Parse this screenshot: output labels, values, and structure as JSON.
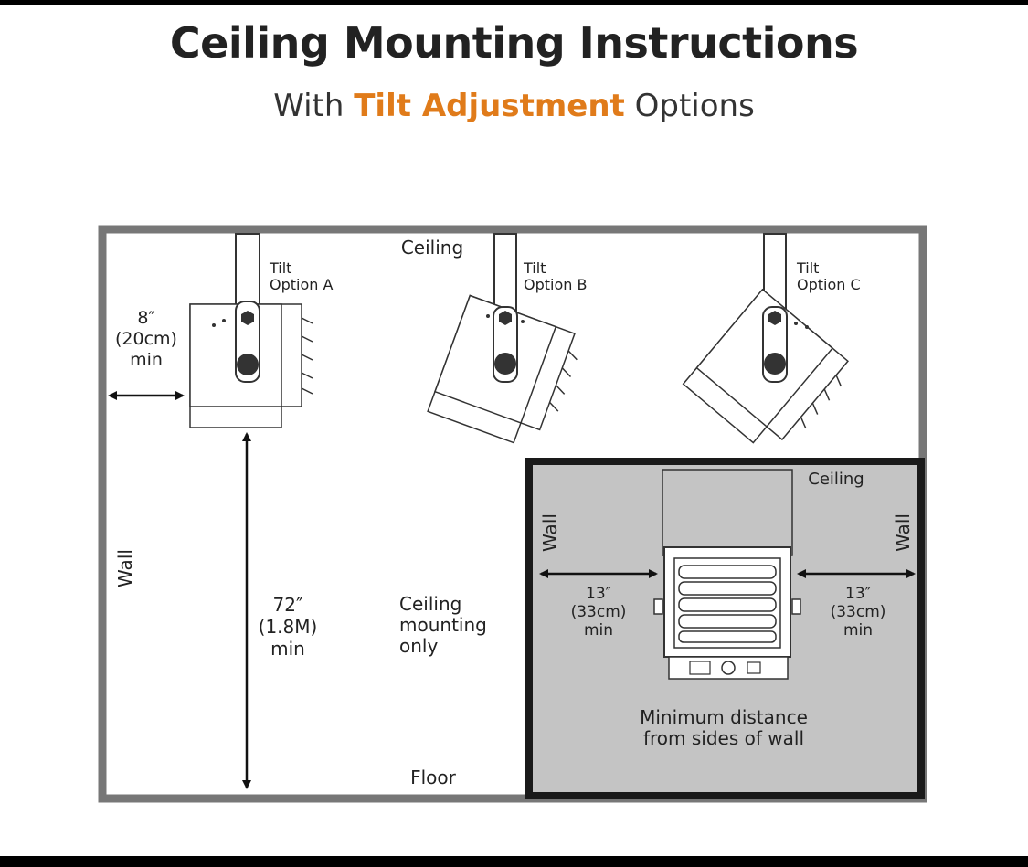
{
  "title": "Ceiling Mounting Instructions",
  "subtitle": {
    "prefix": "With",
    "highlight": "Tilt Adjustment",
    "suffix": "Options"
  },
  "colors": {
    "accent": "#e07b1a",
    "frame": "#777777",
    "panel_fill": "#c4c4c4",
    "panel_border": "#1a1a1a"
  },
  "labels": {
    "ceiling_main": "Ceiling",
    "tilt_a": [
      "Tilt",
      "Option A"
    ],
    "tilt_b": [
      "Tilt",
      "Option B"
    ],
    "tilt_c": [
      "Tilt",
      "Option C"
    ],
    "side_clearance": [
      "8″",
      "(20cm)",
      "min"
    ],
    "wall_left": "Wall",
    "height_clearance": [
      "72″",
      "(1.8M)",
      "min"
    ],
    "ceiling_only": [
      "Ceiling",
      "mounting",
      "only"
    ],
    "floor": "Floor"
  },
  "inset": {
    "ceiling": "Ceiling",
    "wall_left": "Wall",
    "wall_right": "Wall",
    "left_clearance": [
      "13″",
      "(33cm)",
      "min"
    ],
    "right_clearance": [
      "13″",
      "(33cm)",
      "min"
    ],
    "caption": [
      "Minimum distance",
      "from sides of wall"
    ]
  }
}
